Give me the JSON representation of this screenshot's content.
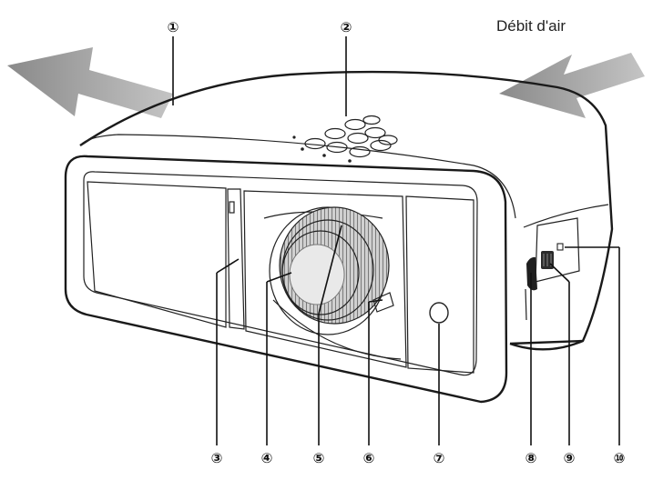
{
  "airflow_caption": "Débit d'air",
  "callouts": [
    "①",
    "②",
    "③",
    "④",
    "⑤",
    "⑥",
    "⑦",
    "⑧",
    "⑨",
    "⑩"
  ]
}
